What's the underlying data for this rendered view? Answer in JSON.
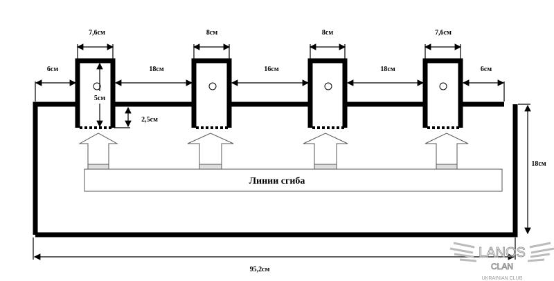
{
  "dimensions": {
    "tab_widths": [
      "7,6см",
      "8см",
      "8см",
      "7,6см"
    ],
    "spacings": [
      "6см",
      "18см",
      "16см",
      "18см",
      "6см"
    ],
    "tab_height": "5см",
    "tab_depth": "2,5см",
    "base_height": "18см",
    "total_length": "95,2см"
  },
  "fold_label": "Линии сгиба",
  "watermark": {
    "title": "LANOS",
    "subtitle": "CLAN",
    "caption": "UKRAINIAN CLUB"
  }
}
